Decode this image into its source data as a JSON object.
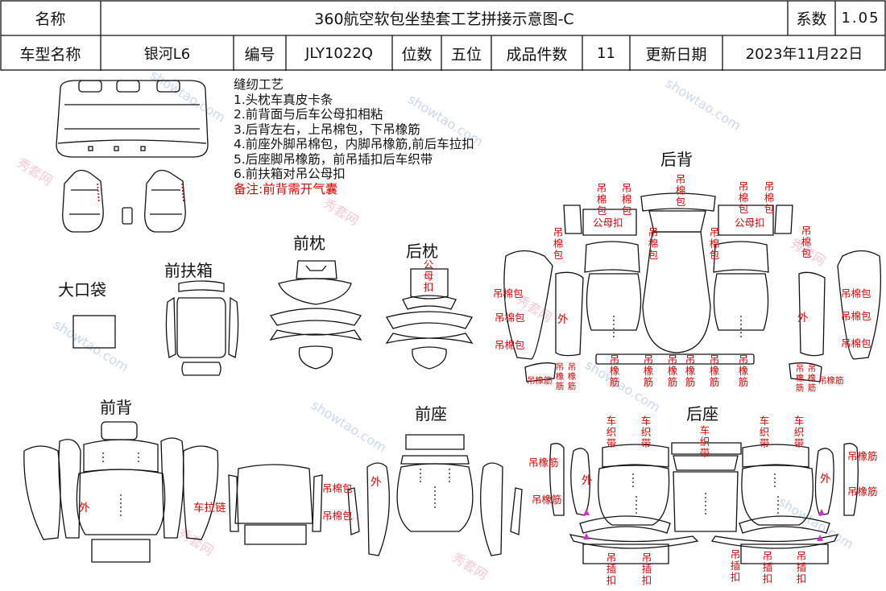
{
  "header": {
    "name_label": "名称",
    "title": "360航空软包坐垫套工艺拼接示意图-C",
    "factor_label": "系数",
    "factor_value": "1.05",
    "model_label": "车型名称",
    "model_value": "银河L6",
    "code_label": "编号",
    "code_value": "JLY1022Q",
    "seats_label": "位数",
    "seats_value": "五位",
    "pieces_label": "成品件数",
    "pieces_value": "11",
    "date_label": "更新日期",
    "date_value": "2023年11月22日"
  },
  "notes": {
    "heading": "缝纫工艺",
    "items": [
      "1.头枕车真皮卡条",
      "2.前背面与后车公母扣相粘",
      "3.后背左右，上吊棉包，下吊橡筋",
      "4.前座外脚吊棉包，内脚吊橡筋,前后车拉扣",
      "5.后座脚吊橡筋，前吊插扣后车织带",
      "6.前扶箱对吊公母扣"
    ],
    "remark": "备注:前背需开气囊"
  },
  "sections": {
    "big_pocket": "大口袋",
    "front_armrest": "前扶箱",
    "front_pillow": "前枕",
    "rear_pillow": "后枕",
    "rear_back": "后背",
    "front_back": "前背",
    "front_seat": "前座",
    "rear_seat": "后座"
  },
  "labels": {
    "hang_cotton": "吊棉包",
    "hang_rubber": "吊橡筋",
    "hang_buckle": "吊插扣",
    "strap": "车织带",
    "snap": "公母扣",
    "snap_hang": "公母扣",
    "outer": "外",
    "zipper": "车拉链"
  },
  "watermark": {
    "site": "showtao.com",
    "brand": "秀套网"
  },
  "colors": {
    "line": "#111111",
    "annotation": "#e00000",
    "airbag_mark": "#e00000",
    "align_mark": "#cc33cc"
  }
}
